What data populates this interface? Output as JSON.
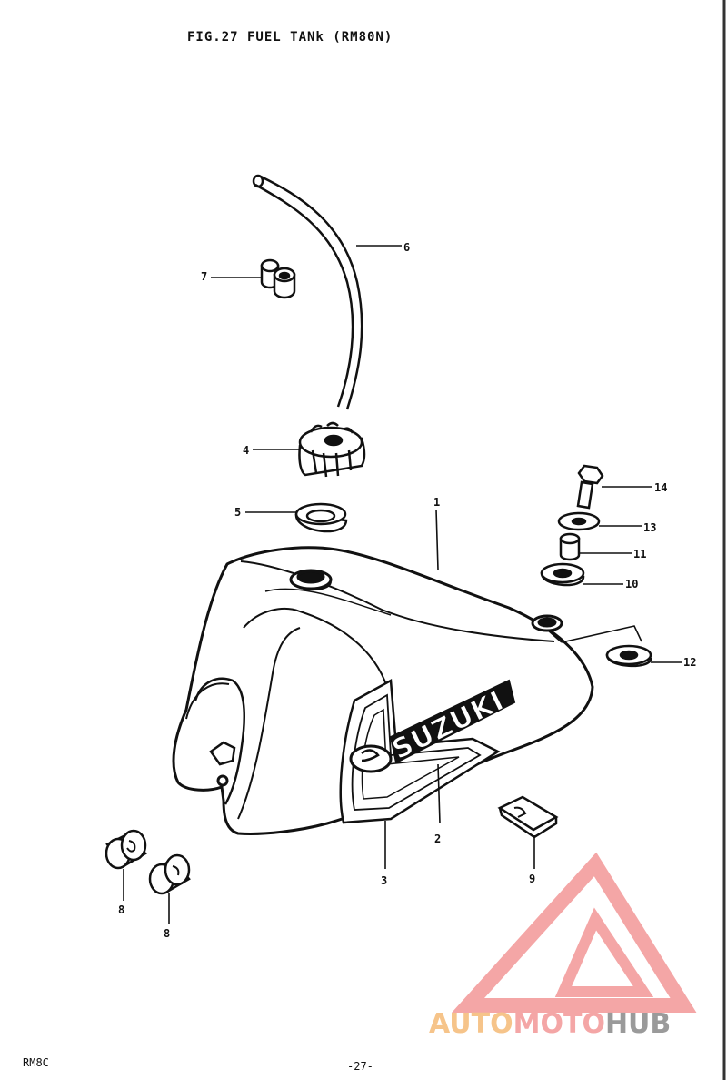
{
  "figure": {
    "title": "FIG.27  FUEL TANk (RM80N)",
    "model_code": "RM8C",
    "page_number": "-27-"
  },
  "callouts": [
    {
      "id": "c1",
      "number": "1"
    },
    {
      "id": "c2",
      "number": "2"
    },
    {
      "id": "c3",
      "number": "3"
    },
    {
      "id": "c4",
      "number": "4"
    },
    {
      "id": "c5",
      "number": "5"
    },
    {
      "id": "c6",
      "number": "6"
    },
    {
      "id": "c7",
      "number": "7"
    },
    {
      "id": "c8a",
      "number": "8"
    },
    {
      "id": "c8b",
      "number": "8"
    },
    {
      "id": "c9",
      "number": "9"
    },
    {
      "id": "c10",
      "number": "10"
    },
    {
      "id": "c11",
      "number": "11"
    },
    {
      "id": "c12",
      "number": "12"
    },
    {
      "id": "c13",
      "number": "13"
    },
    {
      "id": "c14",
      "number": "14"
    }
  ],
  "tank_logo": "SUZUKI",
  "watermark": {
    "part1": "AUTO",
    "part2": "MOTO",
    "part3": "HUB",
    "colors": {
      "auto": "#f6c48a",
      "moto": "#f4a6a6",
      "hub": "#9a9a9a",
      "triangle": "#f4a6a6"
    }
  }
}
